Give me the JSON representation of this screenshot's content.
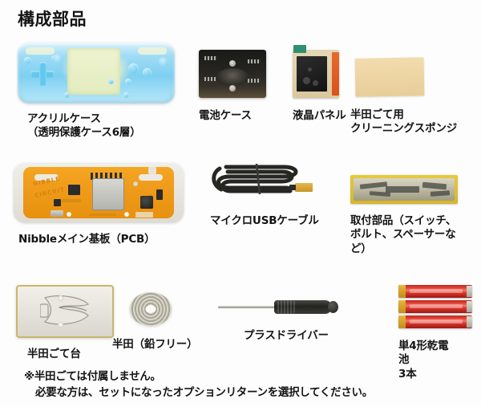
{
  "title": "構成部品",
  "colors": {
    "background": "#fdfdfd",
    "text": "#141414",
    "acrylic_case": "#7fd0f2",
    "acrylic_screen": "#e9f0cf",
    "battery_case": "#242320",
    "lcd_bezel": "#d9c79d",
    "lcd_flex": "#e8692c",
    "lcd_tab": "#2f8f72",
    "sponge": "#e8cd99",
    "pcb_board": "#ef9a1a",
    "pcb_frame": "#dedbd2",
    "usb_cable": "#232323",
    "usb_plug": "#d6a233",
    "hardware_bag": "#d6b62c",
    "iron_stand": "#e3e0d8",
    "iron_stand_border": "#cbb66a",
    "solder_coil": "#b7b4a7",
    "screwdriver_handle": "#23231f",
    "battery_body": "#d8342a",
    "battery_cap": "#d4a32b"
  },
  "items": [
    {
      "id": "acrylic-case",
      "image": "acrylic-case-photo",
      "caption": "アクリルケース\n（透明保護ケース6層）"
    },
    {
      "id": "battery-case",
      "image": "battery-case-photo",
      "caption": "電池ケース"
    },
    {
      "id": "lcd-panel",
      "image": "lcd-panel-photo",
      "caption": "液晶パネル"
    },
    {
      "id": "cleaning-sponge",
      "image": "cleaning-sponge-photo",
      "caption": "半田ごて用\nクリーニングスポンジ"
    },
    {
      "id": "main-pcb",
      "image": "main-pcb-photo",
      "caption": "Nibbleメイン基板（PCB）"
    },
    {
      "id": "micro-usb-cable",
      "image": "micro-usb-cable-photo",
      "caption": "マイクロUSBケーブル"
    },
    {
      "id": "mounting-parts",
      "image": "mounting-parts-photo",
      "caption": "取付部品（スイッチ、\nボルト、スペーサーな\nど）"
    },
    {
      "id": "soldering-iron-stand",
      "image": "soldering-iron-stand-photo",
      "caption": "半田ごて台"
    },
    {
      "id": "solder-wire",
      "image": "solder-wire-photo",
      "caption": "半田（鉛フリー）"
    },
    {
      "id": "phillips-screwdriver",
      "image": "phillips-screwdriver-photo",
      "caption": "プラスドライバー"
    },
    {
      "id": "aaa-batteries",
      "image": "aaa-batteries-photo",
      "caption": "単4形乾電\n池\n3本"
    }
  ],
  "footnote": {
    "line1": "※半田ごては付属しません。",
    "line2": "必要な方は、セットになったオプションリターンを選択してください。"
  }
}
